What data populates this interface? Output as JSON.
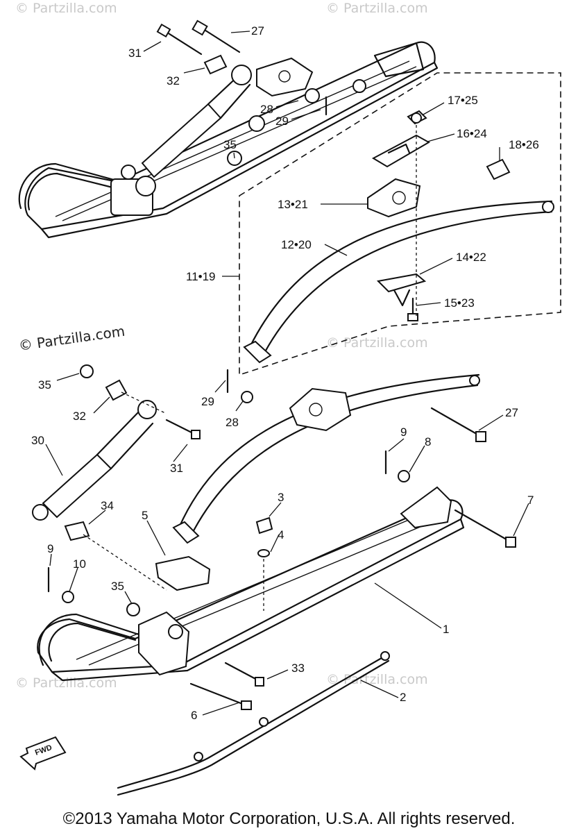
{
  "diagram": {
    "labels": {
      "p1": "1",
      "p2": "2",
      "p3": "3",
      "p4": "4",
      "p5": "5",
      "p6": "6",
      "p7": "7",
      "p8": "8",
      "p9a": "9",
      "p9b": "9",
      "p10": "10",
      "p11_19": "11•19",
      "p12_20": "12•20",
      "p13_21": "13•21",
      "p14_22": "14•22",
      "p15_23": "15•23",
      "p16_24": "16•24",
      "p17_25": "17•25",
      "p18_26": "18•26",
      "p27a": "27",
      "p27b": "27",
      "p28a": "28",
      "p28b": "28",
      "p29a": "29",
      "p29b": "29",
      "p30": "30",
      "p31a": "31",
      "p31b": "31",
      "p32a": "32",
      "p32b": "32",
      "p33": "33",
      "p34": "34",
      "p35a": "35",
      "p35b": "35",
      "p35c": "35"
    },
    "watermark": "© Partzilla.com",
    "fwd_badge": "FWD"
  },
  "footer": {
    "copyright": "©2013 Yamaha Motor Corporation, U.S.A. All rights reserved."
  }
}
